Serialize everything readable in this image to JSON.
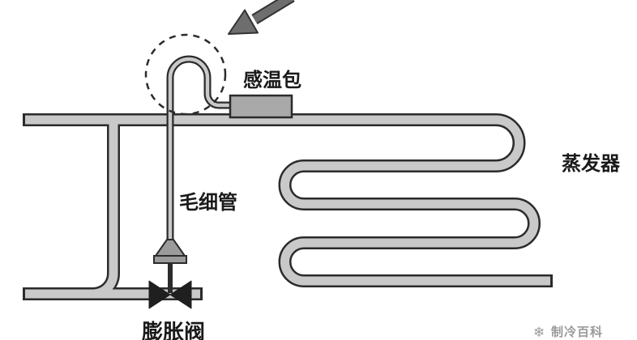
{
  "diagram": {
    "title_hint": "thermostatic-expansion-valve-and-evaporator-schematic",
    "labels": {
      "sensing_bulb": "感温包",
      "capillary_tube": "毛细管",
      "evaporator": "蒸发器",
      "expansion_valve": "膨胀阀"
    },
    "watermark": {
      "icon_glyph": "❄",
      "icon_name": "snowflake-icon",
      "text": "制冷百科"
    },
    "colors": {
      "background": "#ffffff",
      "pipe_outline": "#2b2b2b",
      "pipe_fill": "#c9c9c9",
      "bulb_fill": "#a9a9a9",
      "fitting_fill": "#9b9b9b",
      "valve_fill": "#1f1f1f",
      "arrow_fill": "#6e6e6e",
      "text": "#1a1a1a",
      "watermark": "#9a9a9a"
    }
  }
}
